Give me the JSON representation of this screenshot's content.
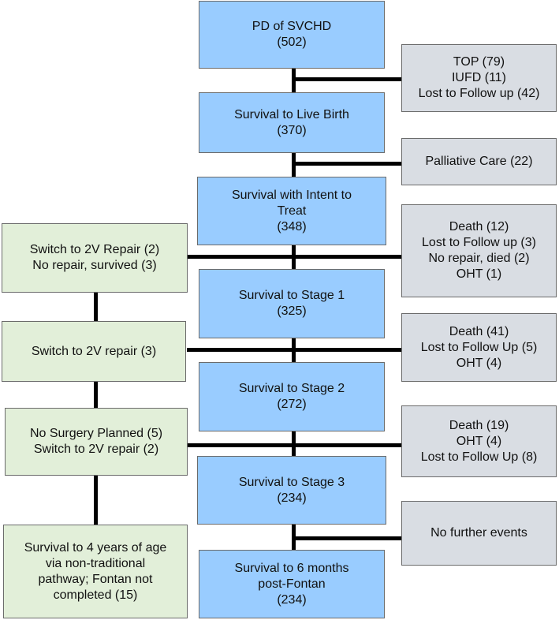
{
  "main_path": [
    {
      "lines": [
        "PD of SVCHD",
        "(502)"
      ]
    },
    {
      "lines": [
        "Survival to Live Birth",
        "(370)"
      ]
    },
    {
      "lines": [
        "Survival with Intent to",
        "Treat",
        "(348)"
      ]
    },
    {
      "lines": [
        "Survival to Stage 1",
        "(325)"
      ]
    },
    {
      "lines": [
        "Survival to Stage 2",
        "(272)"
      ]
    },
    {
      "lines": [
        "Survival to Stage 3",
        "(234)"
      ]
    },
    {
      "lines": [
        "Survival to 6 months",
        "post-Fontan",
        "(234)"
      ]
    }
  ],
  "exits": [
    {
      "lines": [
        "TOP (79)",
        "IUFD (11)",
        "Lost to Follow up (42)"
      ]
    },
    {
      "lines": [
        "Palliative Care (22)"
      ]
    },
    {
      "lines": [
        "Death (12)",
        "Lost to Follow up (3)",
        "No repair, died (2)",
        "OHT (1)"
      ]
    },
    {
      "lines": [
        "Death (41)",
        "Lost to Follow Up (5)",
        "OHT (4)"
      ]
    },
    {
      "lines": [
        "Death (19)",
        "OHT (4)",
        "Lost to Follow Up (8)"
      ]
    },
    {
      "lines": [
        "No further events"
      ]
    }
  ],
  "alternative_path": [
    {
      "lines": [
        "Switch to 2V Repair (2)",
        "No repair, survived (3)"
      ]
    },
    {
      "lines": [
        "Switch to 2V repair (3)"
      ]
    },
    {
      "lines": [
        "No Surgery Planned (5)",
        "Switch to 2V repair (2)"
      ]
    },
    {
      "lines": [
        "Survival to 4 years of age",
        "via non-traditional",
        "pathway; Fontan not",
        "completed (15)"
      ]
    }
  ],
  "colors": {
    "main_fill": "#99ccff",
    "exit_fill": "#d9dde3",
    "alternative_fill": "#e2efd9",
    "border": "#6b6b6b",
    "connector": "#000000"
  }
}
